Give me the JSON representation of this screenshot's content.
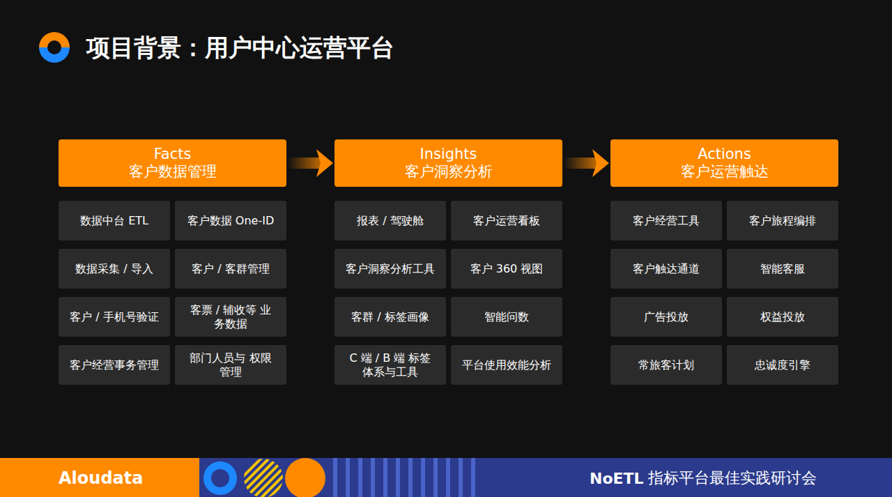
{
  "diagram": {
    "title": "项目背景：用户中心运营平台",
    "nodes": [
      {
        "text": [
          "Facts",
          "客户数据管理"
        ]
      },
      {
        "text": [
          "Insights",
          "客户洞察分析"
        ]
      },
      {
        "text": [
          "Actions",
          "客户运营触达"
        ]
      },
      {
        "text": [
          "数据中台 ETL"
        ]
      },
      {
        "text": [
          "客户数据 One-ID"
        ]
      },
      {
        "text": [
          "报表 / 驾驶舱"
        ]
      },
      {
        "text": [
          "客户运营看板"
        ]
      },
      {
        "text": [
          "客户经营工具"
        ]
      },
      {
        "text": [
          "客户旅程编排"
        ]
      },
      {
        "text": [
          "数据采集 / 导入"
        ]
      },
      {
        "text": [
          "客户 / 客群管理"
        ]
      },
      {
        "text": [
          "客户洞察分析工具"
        ]
      },
      {
        "text": [
          "客户 360 视图"
        ]
      },
      {
        "text": [
          "客户触达通道"
        ]
      },
      {
        "text": [
          "智能客服"
        ]
      },
      {
        "text": [
          "客户 / 手机号验证"
        ]
      },
      {
        "text": [
          "客票 / 辅收等 业务数据"
        ]
      },
      {
        "text": [
          "客群 / 标签画像"
        ]
      },
      {
        "text": [
          "智能问数"
        ]
      },
      {
        "text": [
          "广告投放"
        ]
      },
      {
        "text": [
          "权益投放"
        ]
      },
      {
        "text": [
          "客户经营事务管理"
        ]
      },
      {
        "text": [
          "部门人员与 权限管理"
        ]
      },
      {
        "text": [
          "C 端 / B 端 标签体系与工具"
        ]
      },
      {
        "text": [
          "平台使用效能分析"
        ]
      },
      {
        "text": [
          "常旅客计划"
        ]
      },
      {
        "text": [
          "忠诚度引擎"
        ]
      }
    ],
    "edges": [
      {
        "from": 0,
        "to": 1,
        "arrow": "to"
      },
      {
        "from": 1,
        "to": 2,
        "arrow": "to"
      }
    ],
    "labels": [
      "Aloudata",
      "NoETL",
      "指标平台最佳实践研讨会"
    ]
  }
}
